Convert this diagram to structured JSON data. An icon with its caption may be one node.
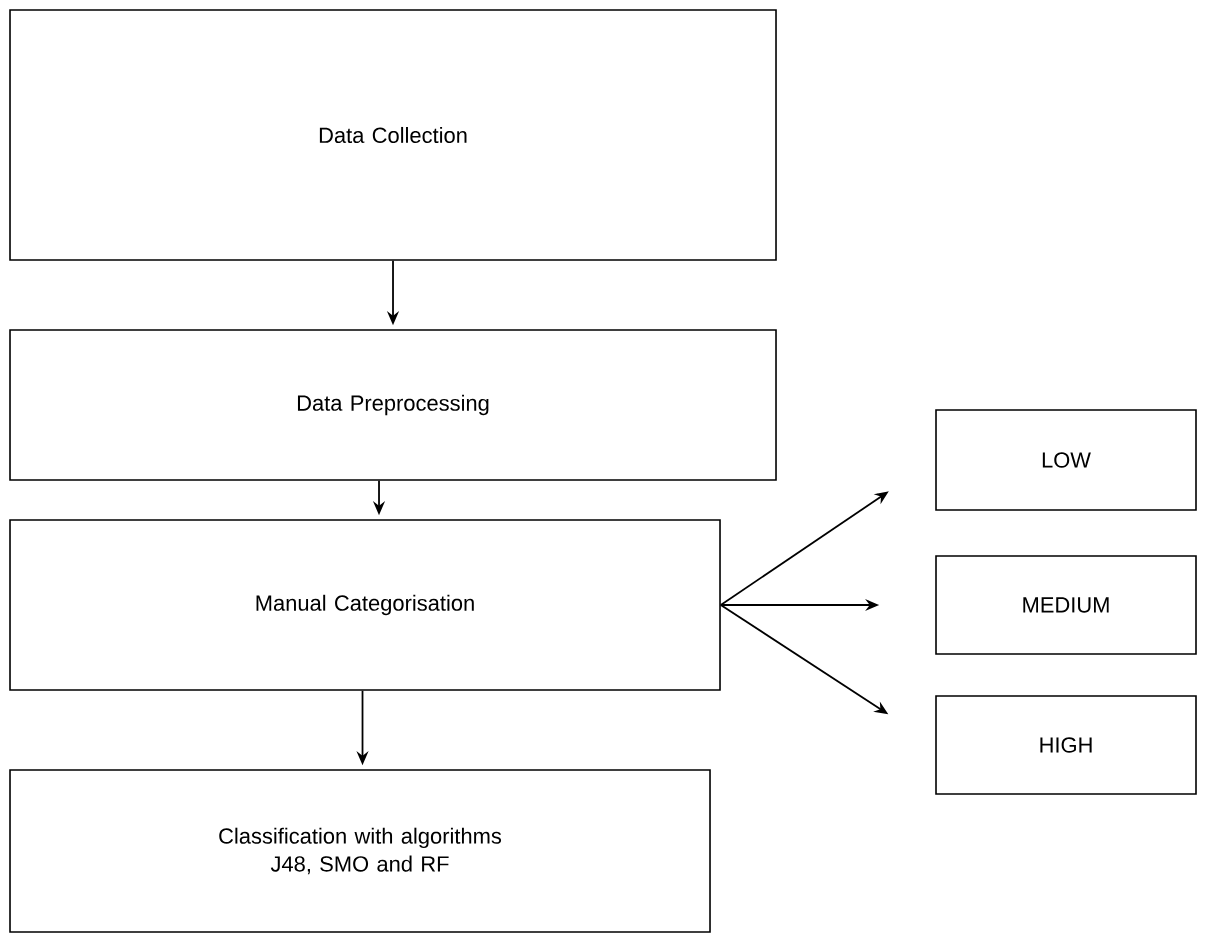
{
  "diagram": {
    "nodes": [
      {
        "text": [
          "Data Collection"
        ]
      },
      {
        "text": [
          "Data Preprocessing"
        ]
      },
      {
        "text": [
          "Manual Categorisation"
        ]
      },
      {
        "text": [
          "Classification with algorithms J48, SMO and RF"
        ]
      },
      {
        "text": [
          "LOW"
        ]
      },
      {
        "text": [
          "MEDIUM"
        ]
      },
      {
        "text": [
          "HIGH"
        ]
      }
    ],
    "edges": [
      {
        "from": 0,
        "to": 1,
        "arrow": "to"
      },
      {
        "from": 1,
        "to": 2,
        "arrow": "to"
      },
      {
        "from": 2,
        "to": 3,
        "arrow": "to"
      },
      {
        "from": 2,
        "to": 4,
        "arrow": "to"
      },
      {
        "from": 2,
        "to": 5,
        "arrow": "to"
      },
      {
        "from": 2,
        "to": 6,
        "arrow": "to"
      }
    ]
  }
}
